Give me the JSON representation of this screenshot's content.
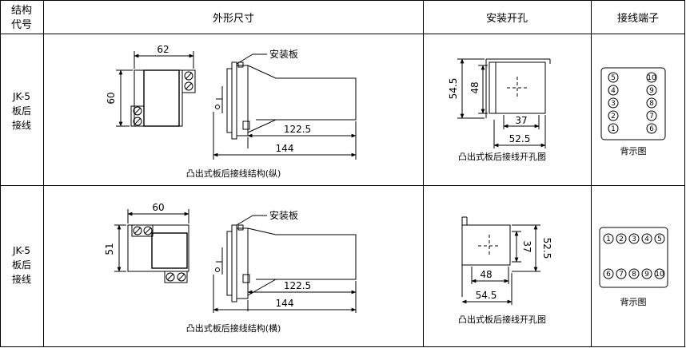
{
  "header": {
    "code": [
      "结构",
      "代号"
    ],
    "outline": "外形尺寸",
    "cutout": "安装开孔",
    "terminal": "接线端子"
  },
  "rows": [
    {
      "code": [
        "JK-5",
        "板后",
        "接线"
      ],
      "panel_label": "安装板",
      "dims": {
        "w": "62",
        "h": "60",
        "depth": "122.5",
        "total": "144"
      },
      "outline_caption": "凸出式板后接线结构(纵)",
      "cutout_dims": {
        "tall": "54.5",
        "inner": "48",
        "inner_w": "37",
        "outer_w": "52.5"
      },
      "cutout_caption": "凸出式板后接线开孔图",
      "pins_left": [
        "5",
        "4",
        "3",
        "2",
        "1"
      ],
      "pins_right": [
        "10",
        "9",
        "8",
        "7",
        "6"
      ],
      "terminal_caption": "背示图"
    },
    {
      "code": [
        "JK-5",
        "板后",
        "接线"
      ],
      "panel_label": "安装板",
      "dims": {
        "w": "60",
        "h": "51",
        "depth": "122.5",
        "total": "144"
      },
      "outline_caption": "凸出式板后接线结构(横)",
      "cutout_dims": {
        "tall": "52.5",
        "inner": "37",
        "inner_w": "48",
        "outer_w": "54.5"
      },
      "cutout_caption": "凸出式板后接线开孔图",
      "pins_top": [
        "1",
        "2",
        "3",
        "4",
        "5"
      ],
      "pins_bottom": [
        "6",
        "7",
        "8",
        "9",
        "10"
      ],
      "terminal_caption": "背示图"
    }
  ]
}
